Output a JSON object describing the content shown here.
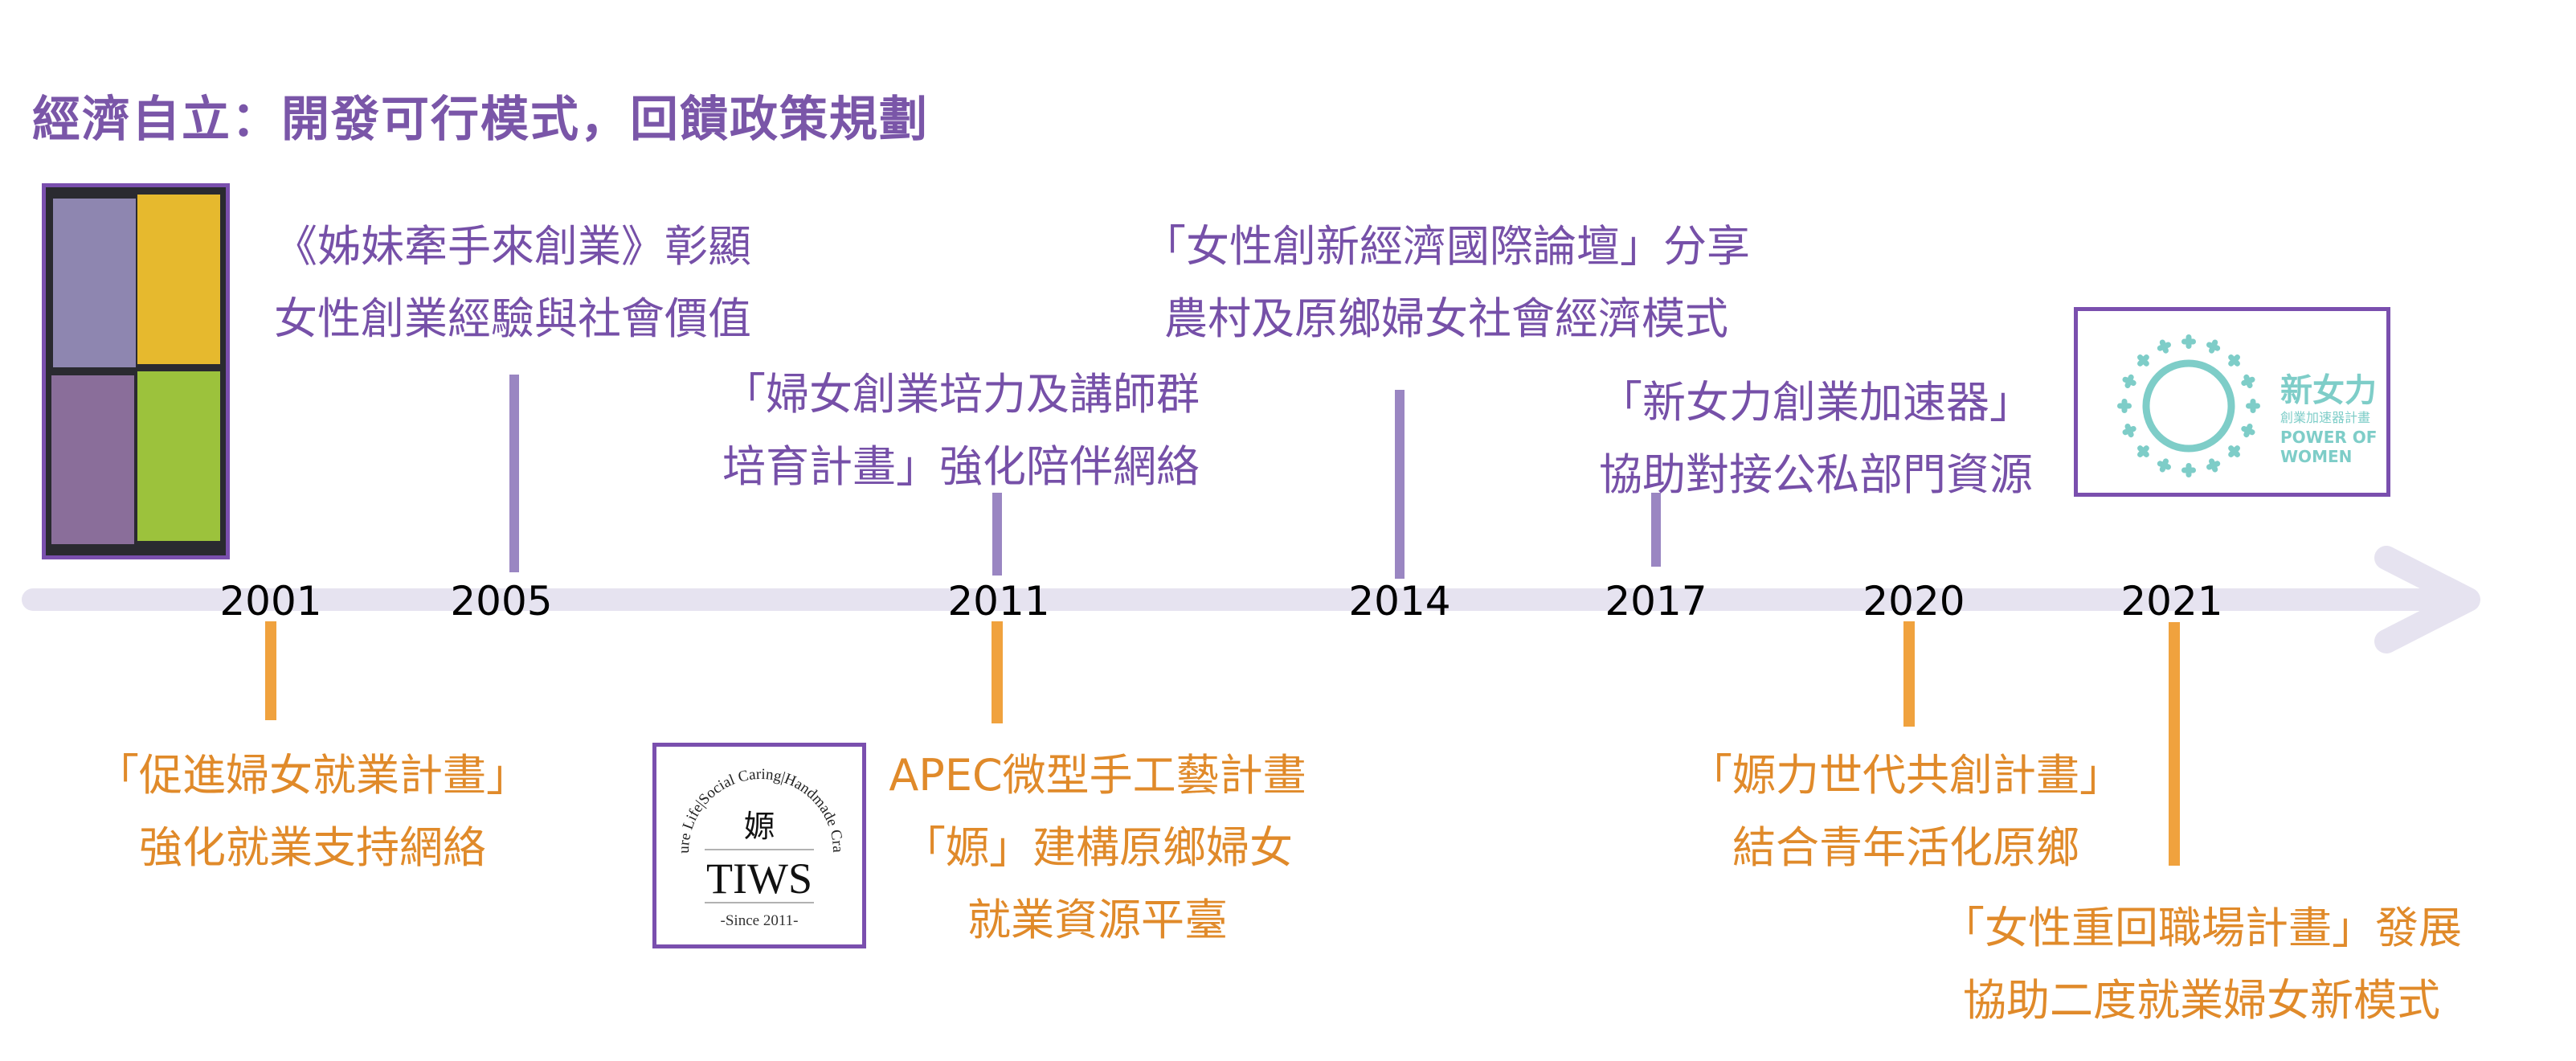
{
  "title": "經濟自立：開發可行模式，回饋政策規劃",
  "colors": {
    "purple": "#7650a8",
    "orange": "#e08a2a",
    "timeline": "#e6e3f0",
    "teal": "#7ecdc8"
  },
  "years": [
    "2001",
    "2005",
    "2011",
    "2014",
    "2017",
    "2020",
    "2021"
  ],
  "above": [
    {
      "year": "2005",
      "lines": [
        "《姊妹牽手來創業》彰顯",
        "女性創業經驗與社會價值"
      ]
    },
    {
      "year": "2011",
      "lines": [
        "「婦女創業培力及講師群",
        "培育計畫」強化陪伴網絡"
      ]
    },
    {
      "year": "2014",
      "lines": [
        "「女性創新經濟國際論壇」分享",
        "農村及原鄉婦女社會經濟模式"
      ]
    },
    {
      "year": "2017",
      "lines": [
        "「新女力創業加速器」",
        "協助對接公私部門資源"
      ]
    }
  ],
  "below": [
    {
      "year": "2001",
      "lines": [
        "「促進婦女就業計畫」",
        "強化就業支持網絡"
      ]
    },
    {
      "year": "2011",
      "lines": [
        "APEC微型手工藝計畫",
        "「嫄」建構原鄉婦女",
        "就業資源平臺"
      ]
    },
    {
      "year": "2020",
      "lines": [
        "「嫄力世代共創計畫」",
        "結合青年活化原鄉"
      ]
    },
    {
      "year": "2021",
      "lines": [
        "「女性重回職場計畫」發展",
        "協助二度就業婦女新模式"
      ]
    }
  ],
  "logos": {
    "tiws": {
      "arc": "Pure Life|Social Caring|Handmade Craft",
      "char": "嫄",
      "name": "TIWS",
      "since": "-Since 2011-"
    },
    "power": {
      "cn": "新女力",
      "sub": "創業加速器計畫",
      "en1": "POWER OF",
      "en2": "WOMEN"
    }
  }
}
